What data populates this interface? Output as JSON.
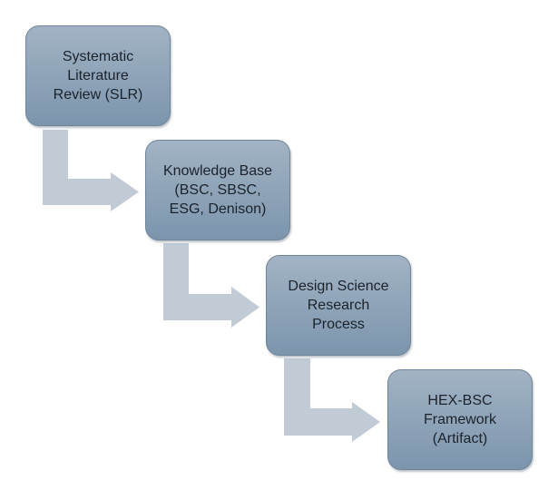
{
  "diagram": {
    "type": "process-flow",
    "colors": {
      "box_fill_top": "#a2b3c4",
      "box_fill_bottom": "#7c95ad",
      "arrow_fill": "#c0cbd6",
      "text": "#1c222a"
    },
    "steps": [
      {
        "label": "Systematic\nLiterature\nReview (SLR)"
      },
      {
        "label": "Knowledge Base\n(BSC, SBSC,\nESG, Denison)"
      },
      {
        "label": "Design Science\nResearch\nProcess"
      },
      {
        "label": "HEX-BSC\nFramework\n(Artifact)"
      }
    ],
    "connectors": [
      {
        "from": 0,
        "to": 1,
        "shape": "bent-arrow"
      },
      {
        "from": 1,
        "to": 2,
        "shape": "bent-arrow"
      },
      {
        "from": 2,
        "to": 3,
        "shape": "bent-arrow"
      }
    ]
  }
}
